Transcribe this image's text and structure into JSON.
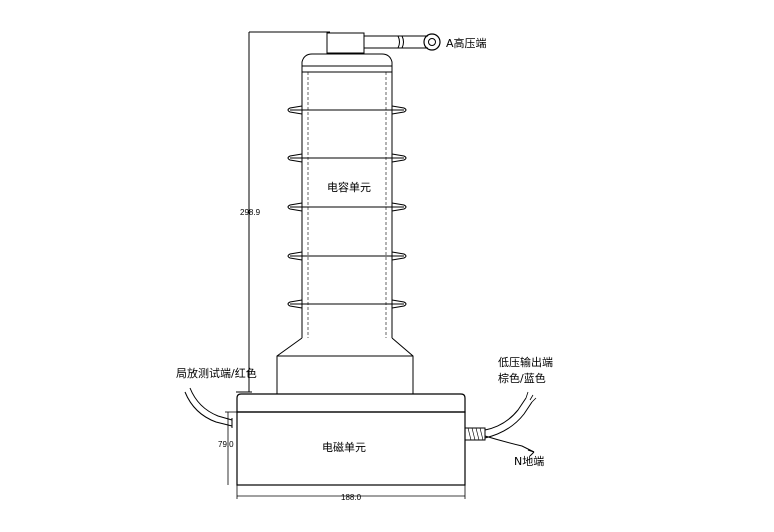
{
  "labels": {
    "terminal_a": "A高压端",
    "capacitor_unit": "电容单元",
    "em_unit": "电磁单元",
    "pd_test": "局放测试端/红色",
    "low_voltage_out_line1": "低压输出端",
    "low_voltage_out_line2": "棕色/蓝色",
    "n_terminal": "N地端"
  },
  "dimensions": {
    "total_height": "298.9",
    "base_height": "79.0",
    "base_width": "188.0"
  }
}
